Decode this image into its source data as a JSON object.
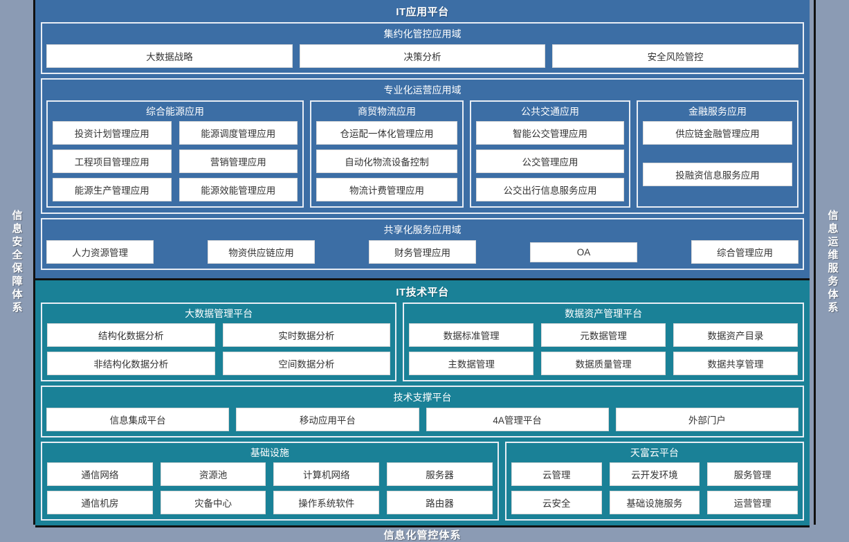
{
  "rails": {
    "left": "信息安全保障体系",
    "right": "信息运维服务体系"
  },
  "footer": {
    "label": "信息化管控体系"
  },
  "app_platform": {
    "title": "IT应用平台",
    "domains": [
      {
        "title": "集约化管控应用域",
        "items": [
          "大数据战略",
          "决策分析",
          "安全风险管控"
        ]
      },
      {
        "title": "专业化运营应用域",
        "groups": [
          {
            "title": "综合能源应用",
            "items": [
              "投资计划管理应用",
              "能源调度管理应用",
              "工程项目管理应用",
              "营销管理应用",
              "能源生产管理应用",
              "能源效能管理应用"
            ]
          },
          {
            "title": "商贸物流应用",
            "items": [
              "仓运配一体化管理应用",
              "自动化物流设备控制",
              "物流计费管理应用"
            ]
          },
          {
            "title": "公共交通应用",
            "items": [
              "智能公交管理应用",
              "公交管理应用",
              "公交出行信息服务应用"
            ]
          },
          {
            "title": "金融服务应用",
            "items": [
              "供应链金融管理应用",
              "",
              "投融资信息服务应用"
            ]
          }
        ]
      },
      {
        "title": "共享化服务应用域",
        "items": [
          "人力资源管理",
          "物资供应链应用",
          "财务管理应用",
          "OA",
          "综合管理应用"
        ]
      }
    ]
  },
  "tech_platform": {
    "title": "IT技术平台",
    "row1": [
      {
        "title": "大数据管理平台",
        "items": [
          "结构化数据分析",
          "实时数据分析",
          "非结构化数据分析",
          "空间数据分析"
        ]
      },
      {
        "title": "数据资产管理平台",
        "items": [
          "数据标准管理",
          "元数据管理",
          "数据资产目录",
          "主数据管理",
          "数据质量管理",
          "数据共享管理"
        ]
      }
    ],
    "support": {
      "title": "技术支撑平台",
      "items": [
        "信息集成平台",
        "移动应用平台",
        "4A管理平台",
        "外部门户"
      ]
    },
    "row3": [
      {
        "title": "基础设施",
        "items": [
          "通信网络",
          "资源池",
          "计算机网络",
          "服务器",
          "通信机房",
          "灾备中心",
          "操作系统软件",
          "路由器"
        ]
      },
      {
        "title": "天富云平台",
        "items": [
          "云管理",
          "云开发环境",
          "服务管理",
          "云安全",
          "基础设施服务",
          "运营管理"
        ]
      }
    ]
  },
  "colors": {
    "app_platform_bg": "#3c6ea5",
    "tech_platform_bg": "#1a8197",
    "rail_bg": "#8b9bb4",
    "chip_bg": "#ffffff",
    "outline": "#e9eef5"
  }
}
